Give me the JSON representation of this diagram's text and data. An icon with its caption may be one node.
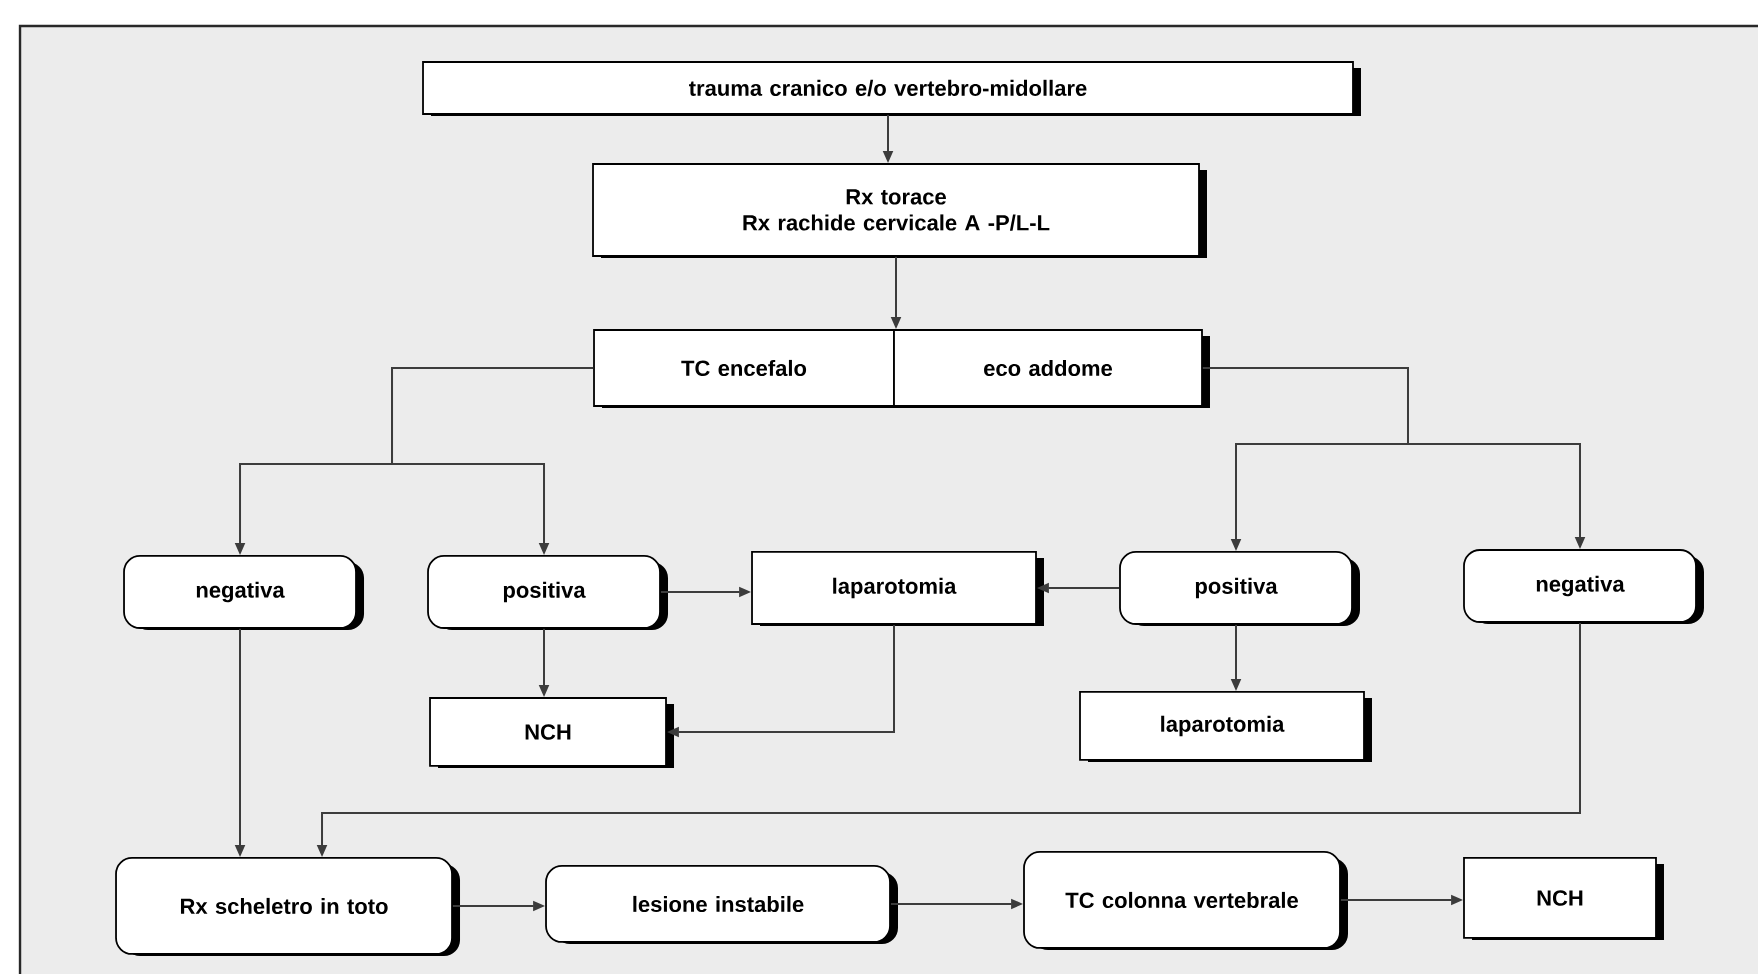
{
  "diagram": {
    "nodes": [
      {
        "text": [
          "trauma cranico e/o vertebro-midollare"
        ]
      },
      {
        "text": [
          "Rx torace",
          "Rx rachide cervicale A -P/L-L"
        ]
      },
      {
        "text": [
          "TC encefalo"
        ]
      },
      {
        "text": [
          "eco addome"
        ]
      },
      {
        "text": [
          "negativa"
        ]
      },
      {
        "text": [
          "positiva"
        ]
      },
      {
        "text": [
          "laparotomia"
        ]
      },
      {
        "text": [
          "positiva"
        ]
      },
      {
        "text": [
          "negativa"
        ]
      },
      {
        "text": [
          "NCH"
        ]
      },
      {
        "text": [
          "laparotomia"
        ]
      },
      {
        "text": [
          "Rx scheletro in toto"
        ]
      },
      {
        "text": [
          "lesione instabile"
        ]
      },
      {
        "text": [
          "TC colonna vertebrale"
        ]
      },
      {
        "text": [
          "NCH"
        ]
      }
    ],
    "edges": [
      {
        "from": 0,
        "to": 1,
        "arrow": "to"
      },
      {
        "from": 1,
        "to": 2,
        "arrow": "to"
      },
      {
        "from": 2,
        "to": 4,
        "arrow": "to"
      },
      {
        "from": 2,
        "to": 5,
        "arrow": "to"
      },
      {
        "from": 3,
        "to": 7,
        "arrow": "to"
      },
      {
        "from": 3,
        "to": 8,
        "arrow": "to"
      },
      {
        "from": 5,
        "to": 6,
        "arrow": "to"
      },
      {
        "from": 7,
        "to": 6,
        "arrow": "to"
      },
      {
        "from": 5,
        "to": 9,
        "arrow": "to"
      },
      {
        "from": 6,
        "to": 9,
        "arrow": "to"
      },
      {
        "from": 7,
        "to": 10,
        "arrow": "to"
      },
      {
        "from": 4,
        "to": 11,
        "arrow": "to"
      },
      {
        "from": 8,
        "to": 11,
        "arrow": "to"
      },
      {
        "from": 11,
        "to": 12,
        "arrow": "to"
      },
      {
        "from": 12,
        "to": 13,
        "arrow": "to"
      },
      {
        "from": 13,
        "to": 14,
        "arrow": "to"
      }
    ]
  }
}
